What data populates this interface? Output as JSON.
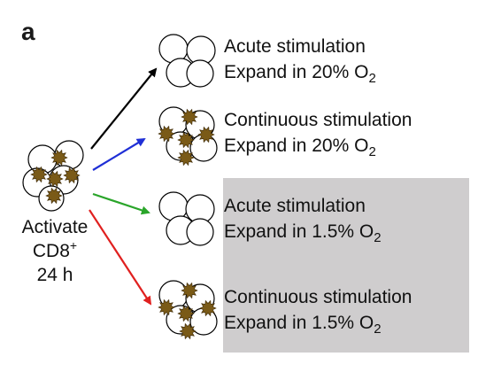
{
  "panel_label": "a",
  "start": {
    "line1": "Activate",
    "line2": "CD8",
    "line2_sup": "+",
    "line3": "24 h"
  },
  "conditions": [
    {
      "stim": "Acute stimulation",
      "expand": "Expand in 20% O",
      "sub": "2",
      "arrow_color": "#000000",
      "shaded": false,
      "antigen": false
    },
    {
      "stim": "Continuous stimulation",
      "expand": "Expand in 20% O",
      "sub": "2",
      "arrow_color": "#1f2fd6",
      "shaded": false,
      "antigen": true
    },
    {
      "stim": "Acute stimulation",
      "expand": "Expand in 1.5% O",
      "sub": "2",
      "arrow_color": "#2aa52a",
      "shaded": true,
      "antigen": false
    },
    {
      "stim": "Continuous stimulation",
      "expand": "Expand in 1.5% O",
      "sub": "2",
      "arrow_color": "#e0201f",
      "shaded": true,
      "antigen": true
    }
  ],
  "colors": {
    "shade": "#cfcdce",
    "antigen": "#7a5a17",
    "cell_stroke": "#000000"
  }
}
